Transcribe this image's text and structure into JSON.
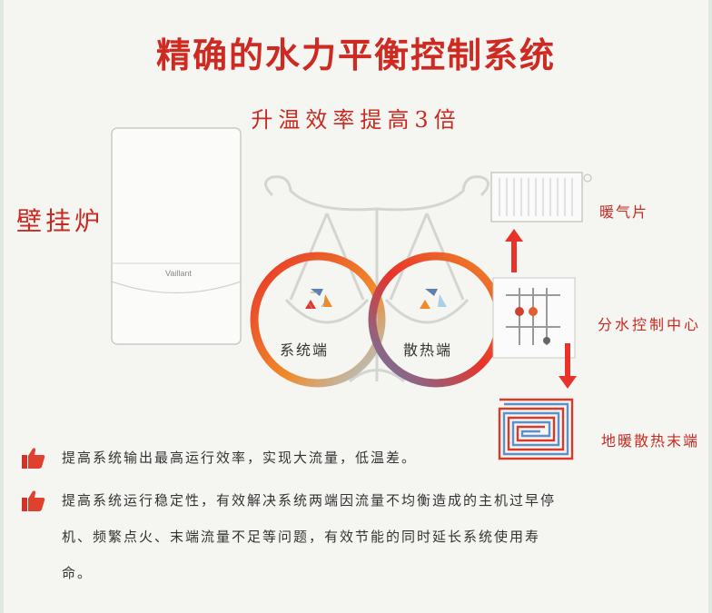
{
  "title": "精确的水力平衡控制系统",
  "subtitle": "升温效率提高3倍",
  "labels": {
    "boiler": "壁挂炉",
    "radiator": "暖气片",
    "manifold": "分水控制中心",
    "floor_heating": "地暖散热末端",
    "system_end": "系统端",
    "heat_end": "散热端"
  },
  "brand": "Vaillant",
  "bullets": [
    {
      "icon": "thumbs-up-icon",
      "text": "提高系统输出最高运行效率，实现大流量，低温差。"
    },
    {
      "icon": "thumbs-up-icon",
      "text": "提高系统运行稳定性，有效解决系统两端因流量不均衡造成的主机过早停机、频繁点火、末端流量不足等问题，有效节能的同时延长系统使用寿命。"
    }
  ],
  "colors": {
    "accent": "#cf2a22",
    "hot": "#e8422a",
    "warm": "#f0902a",
    "cool": "#5f7fb0",
    "light": "#a8d0e8"
  }
}
